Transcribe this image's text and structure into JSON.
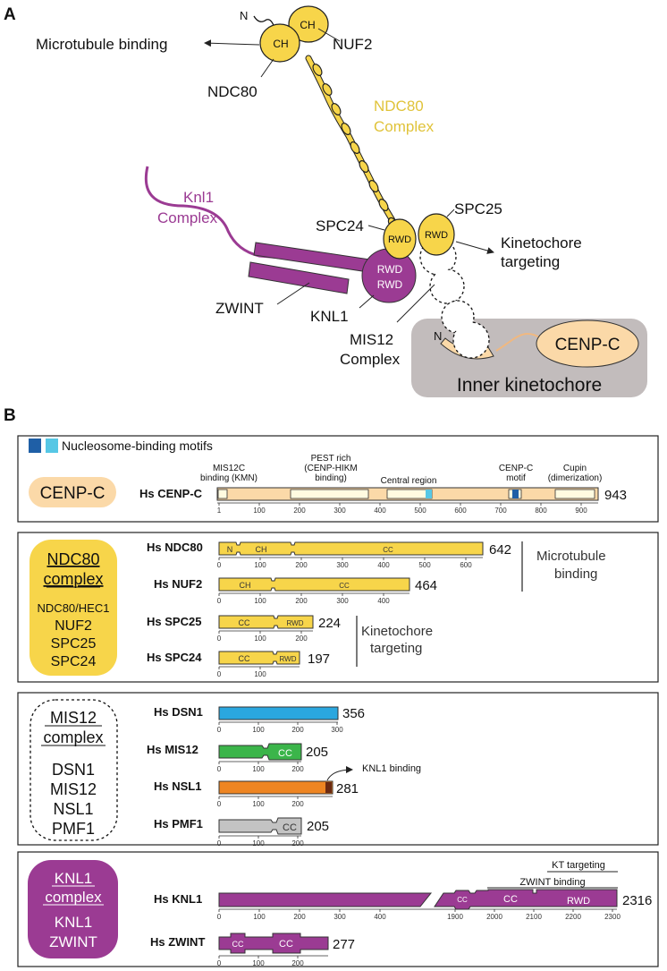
{
  "panel_a": {
    "label": "A",
    "ndc80_n": "N",
    "ch1": "CH",
    "ch2": "CH",
    "microtubule_binding": "Microtubule binding",
    "nuf2": "NUF2",
    "ndc80": "NDC80",
    "ndc80_complex_l1": "NDC80",
    "ndc80_complex_l2": "Complex",
    "knl1_complex_l1": "Knl1",
    "knl1_complex_l2": "Complex",
    "spc24": "SPC24",
    "spc25": "SPC25",
    "rwd_a": "RWD",
    "rwd_b": "RWD",
    "rwd_c": "RWD",
    "rwd_d": "RWD",
    "kt_targeting_l1": "Kinetochore",
    "kt_targeting_l2": "targeting",
    "zwint": "ZWINT",
    "knl1": "KNL1",
    "mis12_l1": "MIS12",
    "mis12_l2": "Complex",
    "n_label": "N",
    "cenpc": "CENP-C",
    "inner_kt": "Inner kinetochore"
  },
  "panel_b": {
    "label": "B",
    "legend": "Nucleosome-binding motifs",
    "cenpc_box": {
      "complex_label": "CENP-C",
      "protein": "Hs CENP-C",
      "length": "943",
      "ticks": [
        "1",
        "100",
        "200",
        "300",
        "400",
        "500",
        "600",
        "700",
        "800",
        "900"
      ],
      "regions": [
        {
          "l1": "MIS12C",
          "l2": "binding (KMN)"
        },
        {
          "l1": "PEST rich",
          "l2": "(CENP-HIKM",
          "l3": "binding)"
        },
        {
          "l1": "Central region"
        },
        {
          "l1": "CENP-C",
          "l2": "motif"
        },
        {
          "l1": "Cupin",
          "l2": "(dimerization)"
        }
      ]
    },
    "ndc80_box": {
      "complex_l1": "NDC80",
      "complex_l2": "complex",
      "members": [
        "NDC80/HEC1",
        "NUF2",
        "SPC25",
        "SPC24"
      ],
      "proteins": [
        {
          "name": "Hs NDC80",
          "length": "642",
          "domains": [
            "N",
            "CH",
            "CC"
          ],
          "ticks": [
            "0",
            "100",
            "200",
            "300",
            "400",
            "500",
            "600"
          ]
        },
        {
          "name": "Hs NUF2",
          "length": "464",
          "domains": [
            "CH",
            "CC"
          ],
          "ticks": [
            "0",
            "100",
            "200",
            "300",
            "400"
          ]
        },
        {
          "name": "Hs SPC25",
          "length": "224",
          "domains": [
            "CC",
            "RWD"
          ],
          "ticks": [
            "0",
            "100",
            "200"
          ]
        },
        {
          "name": "Hs SPC24",
          "length": "197",
          "domains": [
            "CC",
            "RWD"
          ],
          "ticks": [
            "0",
            "100"
          ]
        }
      ],
      "bracket1_l1": "Microtubule",
      "bracket1_l2": "binding",
      "bracket2_l1": "Kinetochore",
      "bracket2_l2": "targeting"
    },
    "mis12_box": {
      "complex_l1": "MIS12",
      "complex_l2": "complex",
      "members": [
        "DSN1",
        "MIS12",
        "NSL1",
        "PMF1"
      ],
      "proteins": [
        {
          "name": "Hs DSN1",
          "length": "356",
          "ticks": [
            "0",
            "100",
            "200",
            "300"
          ]
        },
        {
          "name": "Hs MIS12",
          "length": "205",
          "domain": "CC",
          "ticks": [
            "0",
            "100",
            "200"
          ]
        },
        {
          "name": "Hs NSL1",
          "length": "281",
          "ticks": [
            "0",
            "100",
            "200"
          ]
        },
        {
          "name": "Hs PMF1",
          "length": "205",
          "domain": "CC",
          "ticks": [
            "0",
            "100",
            "200"
          ]
        }
      ],
      "knl1_binding": "KNL1 binding"
    },
    "knl1_box": {
      "complex_l1": "KNL1",
      "complex_l2": "complex",
      "members": [
        "KNL1",
        "ZWINT"
      ],
      "proteins": [
        {
          "name": "Hs KNL1",
          "length": "2316",
          "domains": [
            "CC",
            "CC",
            "RWD"
          ],
          "ticks": [
            "0",
            "100",
            "200",
            "300",
            "400",
            "1900",
            "2000",
            "2100",
            "2200",
            "2300"
          ]
        },
        {
          "name": "Hs ZWINT",
          "length": "277",
          "domains": [
            "CC",
            "CC"
          ],
          "ticks": [
            "0",
            "100",
            "200"
          ]
        }
      ],
      "kt_targeting": "KT targeting",
      "zwint_binding": "ZWINT binding"
    }
  },
  "colors": {
    "ndc80_yellow": "#f7d54a",
    "knl1_purple": "#9b3b93",
    "cenpc_peach": "#fbd9a8",
    "inner_gray": "#c2bcbc",
    "dsn1_blue": "#2aa7df",
    "mis12_green": "#3bb54a",
    "nsl1_orange": "#ee8522",
    "pmf1_gray": "#c3c3c3",
    "motif_dark": "#1f5fa6",
    "motif_light": "#56c7e5"
  }
}
